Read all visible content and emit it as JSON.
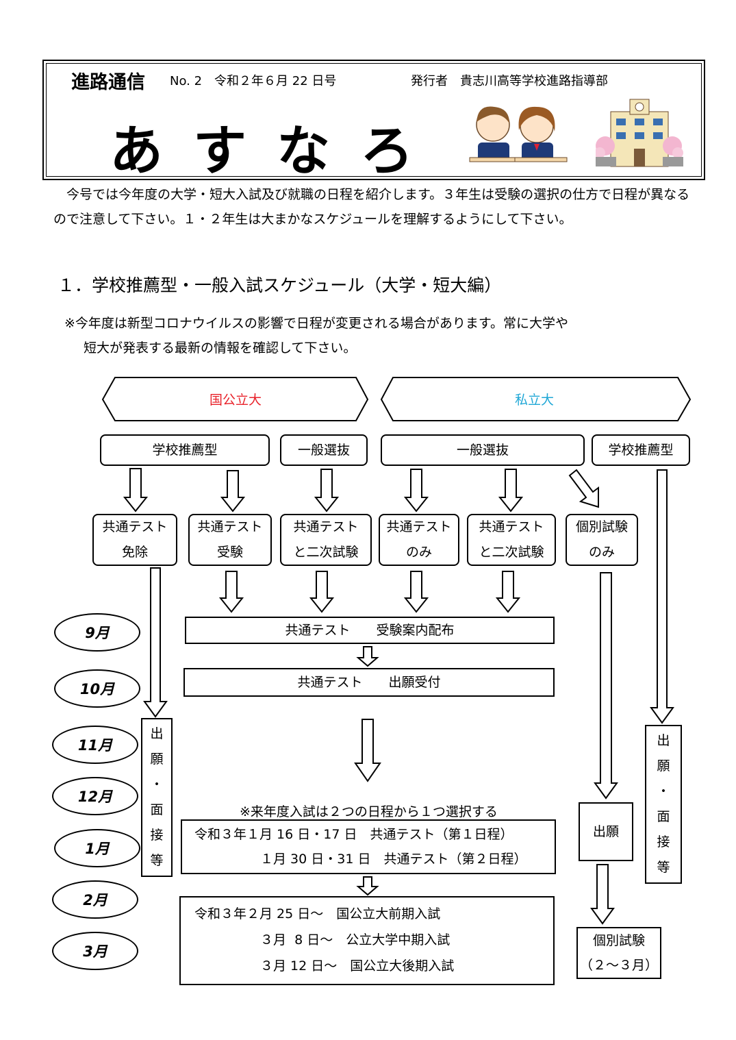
{
  "header": {
    "series": "進路通信",
    "issue": "No. 2　令和２年６月 22 日号",
    "publisher": "発行者　貴志川高等学校進路指導部",
    "title": "あすなろ"
  },
  "intro": [
    "今号では今年度の大学・短大入試及び就職の日程を紹介します。３年生は受験の選択の仕方で日程が異なるので注意して下さい。１・２年生は大まかなスケジュールを理解するようにして下さい。"
  ],
  "section1": {
    "title": "１．学校推薦型・一般入試スケジュール（大学・短大編）",
    "note_line1": "※今年度は新型コロナウイルスの影響で日程が変更される場合があります。常に大学や",
    "note_line2": "短大が発表する最新の情報を確認して下さい。"
  },
  "flow": {
    "national": "国公立大",
    "private": "私立大",
    "national_color": "#e8222a",
    "private_color": "#1fa7d6",
    "types": {
      "n_recommend": "学校推薦型",
      "n_general": "一般選抜",
      "p_general": "一般選抜",
      "p_recommend": "学校推薦型"
    },
    "options": {
      "exempt_1": "共通テスト",
      "exempt_2": "免除",
      "take_1": "共通テスト",
      "take_2": "受験",
      "second_1": "共通テスト",
      "second_2": "と二次試験",
      "only_1": "共通テスト",
      "only_2": "のみ",
      "psecond_1": "共通テスト",
      "psecond_2": "と二次試験",
      "indiv_1": "個別試験",
      "indiv_2": "のみ"
    },
    "months": [
      "9月",
      "10月",
      "11月",
      "12月",
      "1月",
      "2月",
      "3月"
    ],
    "guide": "共通テスト　　受験案内配布",
    "apply": "共通テスト　　出願受付",
    "choose_note": "※来年度入試は２つの日程から１つ選択する",
    "test_line1": "令和３年１月 16 日・17 日　共通テスト（第１日程）",
    "test_line2": "１月 30 日・31 日　共通テスト（第２日程）",
    "exam_line1": "令和３年２月 25 日～　国公立大前期入試",
    "exam_line2": "３月  8 日～　公立大学中期入試",
    "exam_line3": "３月 12 日～　国公立大後期入試",
    "left_vertical": [
      "出",
      "願",
      "・",
      "面",
      "接",
      "等"
    ],
    "right_vertical": [
      "出",
      "願",
      "・",
      "面",
      "接",
      "等"
    ],
    "p_apply": "出願",
    "indiv_exam_1": "個別試験",
    "indiv_exam_2": "（２～３月）"
  }
}
